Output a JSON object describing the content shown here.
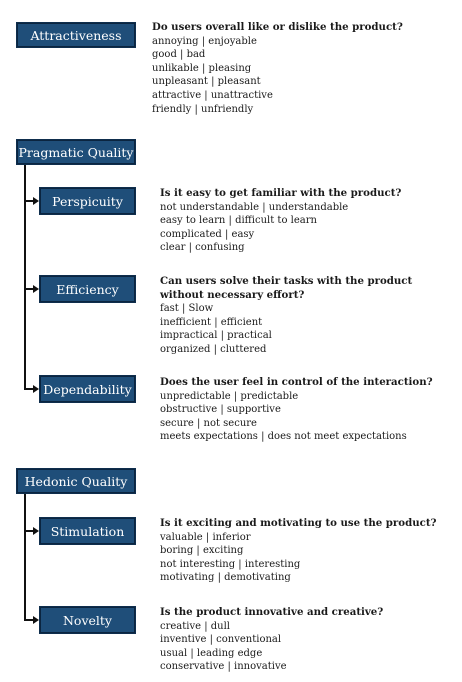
{
  "nodes": {
    "attractiveness": {
      "label": "Attractiveness",
      "question": "Do users overall like or dislike the product?",
      "items": [
        "annoying | enjoyable",
        "good | bad",
        "unlikable | pleasing",
        "unpleasant | pleasant",
        "attractive | unattractive",
        "friendly | unfriendly"
      ]
    },
    "pragmatic": {
      "label": "Pragmatic Quality"
    },
    "perspicuity": {
      "label": "Perspicuity",
      "question": "Is it easy to get familiar with the product?",
      "items": [
        "not understandable | understandable",
        "easy to learn | difficult to learn",
        "complicated | easy",
        "clear | confusing"
      ]
    },
    "efficiency": {
      "label": "Efficiency",
      "question_line1": "Can users solve their tasks with the product",
      "question_line2": "without necessary effort?",
      "items": [
        "fast | Slow",
        "inefficient | efficient",
        "impractical | practical",
        "organized | cluttered"
      ]
    },
    "dependability": {
      "label": "Dependability",
      "question": "Does the user feel in control of the interaction?",
      "items": [
        "unpredictable | predictable",
        "obstructive | supportive",
        "secure | not secure",
        "meets expectations | does not meet expectations"
      ]
    },
    "hedonic": {
      "label": "Hedonic Quality"
    },
    "stimulation": {
      "label": "Stimulation",
      "question": "Is it exciting and motivating to use the product?",
      "items": [
        "valuable | inferior",
        "boring | exciting",
        "not interesting | interesting",
        "motivating | demotivating"
      ]
    },
    "novelty": {
      "label": "Novelty",
      "question": "Is the product innovative and creative?",
      "items": [
        "creative | dull",
        "inventive | conventional",
        "usual | leading edge",
        "conservative | innovative"
      ]
    }
  },
  "colors": {
    "box_fill": "#1f4e79",
    "box_text": "#ffffff",
    "connector": "#111111"
  }
}
